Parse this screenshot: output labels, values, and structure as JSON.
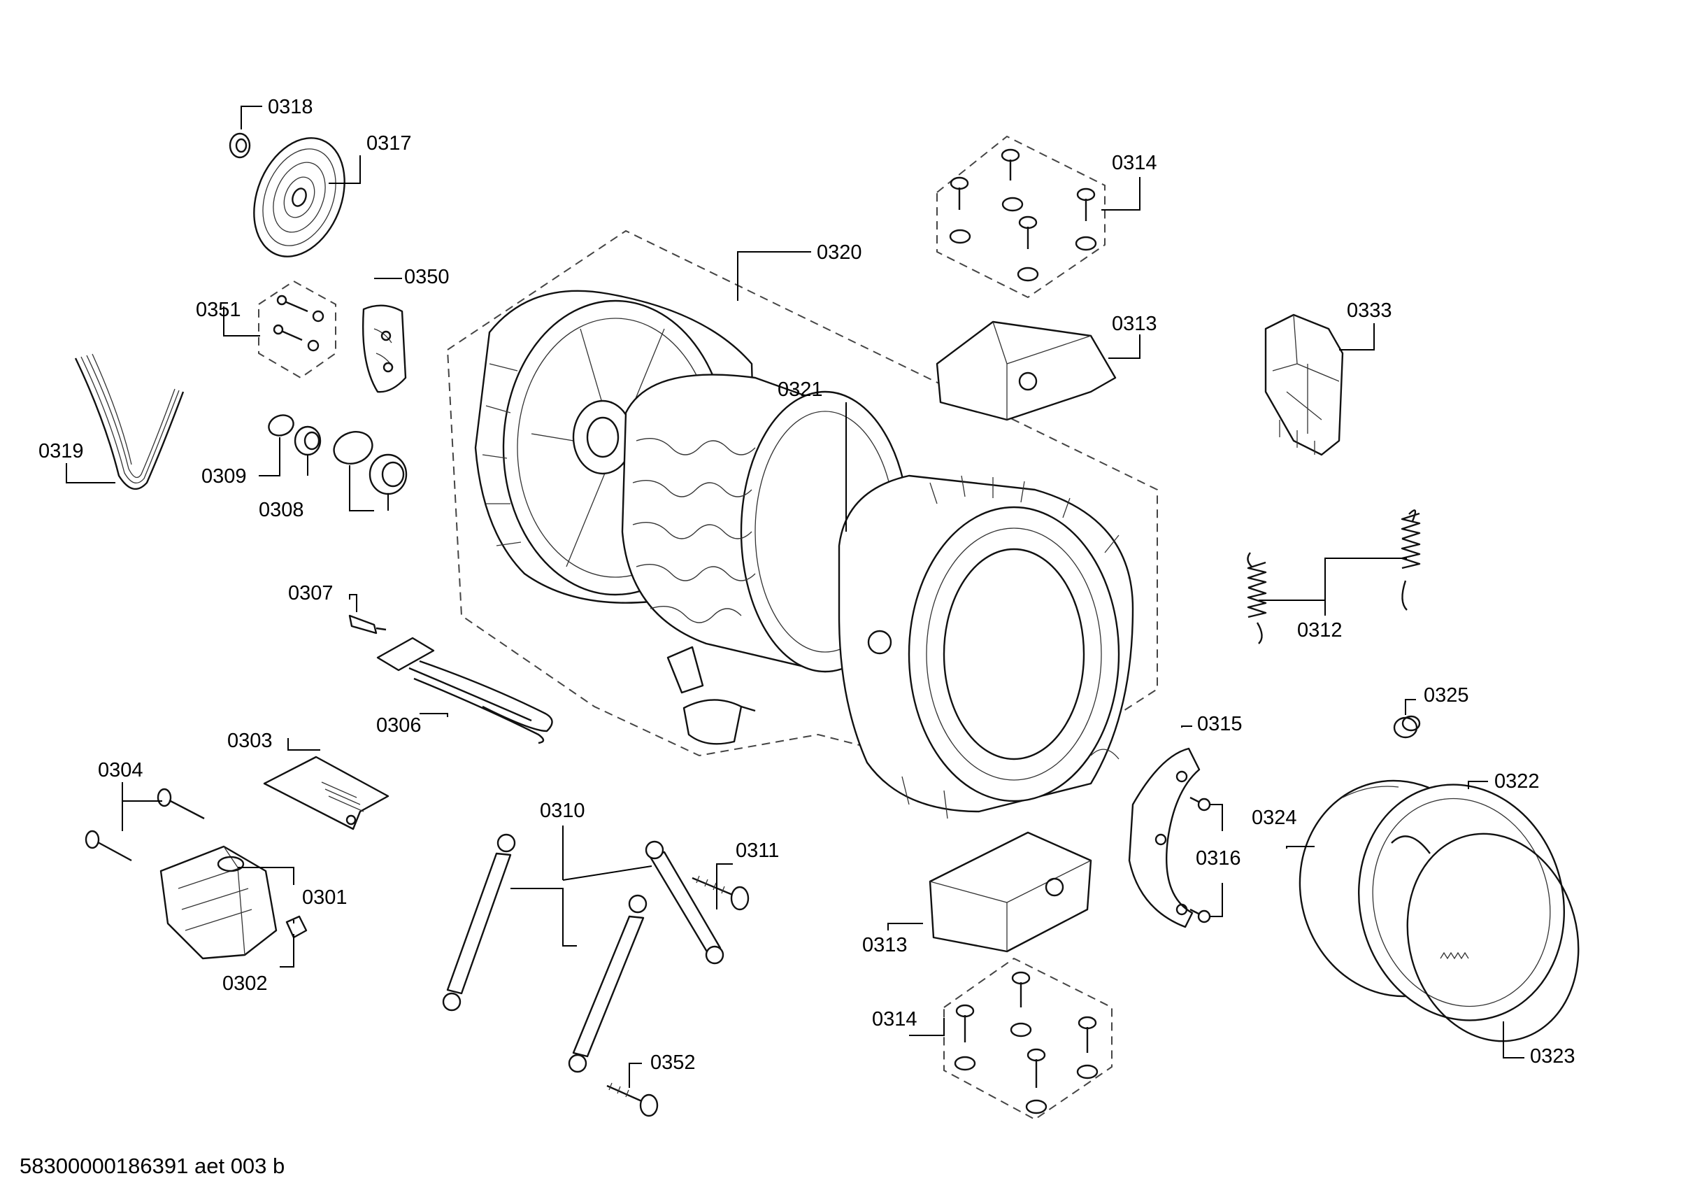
{
  "labels": {
    "p0301": "0301",
    "p0302": "0302",
    "p0303": "0303",
    "p0304": "0304",
    "p0306": "0306",
    "p0307": "0307",
    "p0308": "0308",
    "p0309": "0309",
    "p0310": "0310",
    "p0311": "0311",
    "p0312": "0312",
    "p0313a": "0313",
    "p0313b": "0313",
    "p0314a": "0314",
    "p0314b": "0314",
    "p0315": "0315",
    "p0316": "0316",
    "p0317": "0317",
    "p0318": "0318",
    "p0319": "0319",
    "p0320": "0320",
    "p0321": "0321",
    "p0322": "0322",
    "p0323": "0323",
    "p0324": "0324",
    "p0325": "0325",
    "p0333": "0333",
    "p0350": "0350",
    "p0351": "0351",
    "p0352": "0352"
  },
  "footer": "58300000186391 aet 003 b"
}
